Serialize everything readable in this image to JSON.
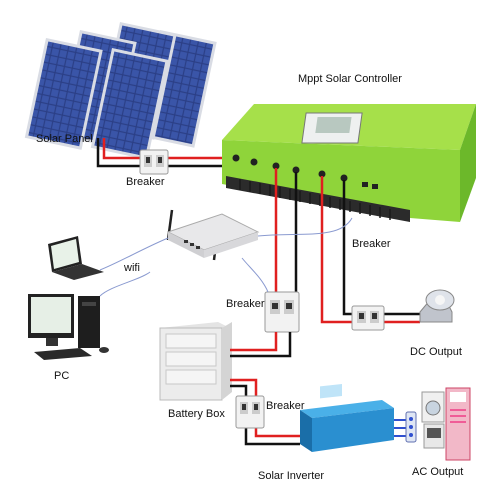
{
  "labels": {
    "controller": "Mppt Solar Controller",
    "solar_panel": "Solar Panel",
    "breaker_1": "Breaker",
    "breaker_2": "Breaker",
    "breaker_3": "Breaker",
    "breaker_4": "Breaker",
    "wifi": "wifi",
    "pc": "PC",
    "battery_box": "Battery Box",
    "dc_output": "DC Output",
    "solar_inverter": "Solar Inverter",
    "ac_output": "AC Output"
  },
  "colors": {
    "controller_green": "#8fd43a",
    "panel_blue": "#2b3f86",
    "wire_red": "#e02020",
    "wire_black": "#111111",
    "wire_blue": "#8a9ad0",
    "inverter_blue": "#2a8fd0"
  },
  "icons": {
    "solar_panel": "solar-panel-icon",
    "controller": "charge-controller-icon",
    "router": "wifi-router-icon",
    "laptop": "laptop-icon",
    "pc": "desktop-pc-icon",
    "battery": "battery-cabinet-icon",
    "inverter": "inverter-icon",
    "bulb": "led-bulb-icon",
    "appliances": "home-appliances-icon",
    "breaker": "circuit-breaker-icon"
  }
}
